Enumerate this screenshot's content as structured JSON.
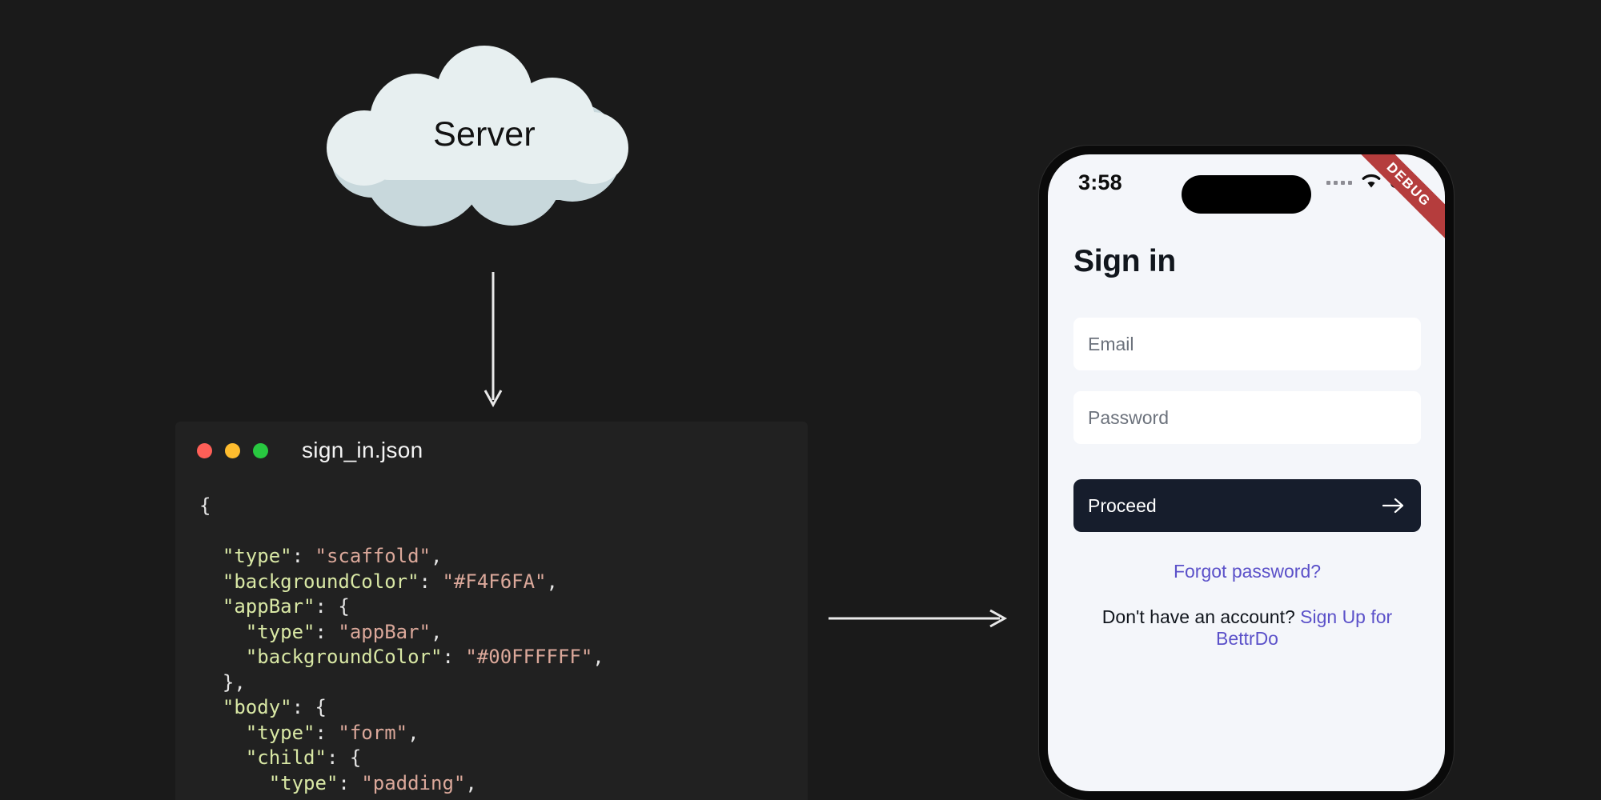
{
  "diagram": {
    "cloud_label": "Server",
    "down_arrow_icon": "arrow-down-icon",
    "right_arrow_icon": "arrow-right-icon",
    "background_color": "#1a1a1a"
  },
  "code_window": {
    "filename": "sign_in.json",
    "panel_color": "#212121",
    "traffic_lights": [
      {
        "name": "close",
        "color": "#ff5f57"
      },
      {
        "name": "minimize",
        "color": "#febc2e"
      },
      {
        "name": "maximize",
        "color": "#28c840"
      }
    ],
    "lines": [
      [
        {
          "t": "{",
          "c": "punct"
        }
      ],
      [],
      [
        {
          "t": "  ",
          "c": "punct"
        },
        {
          "t": "\"type\"",
          "c": "key"
        },
        {
          "t": ": ",
          "c": "punct"
        },
        {
          "t": "\"scaffold\"",
          "c": "str"
        },
        {
          "t": ",",
          "c": "punct"
        }
      ],
      [
        {
          "t": "  ",
          "c": "punct"
        },
        {
          "t": "\"backgroundColor\"",
          "c": "key"
        },
        {
          "t": ": ",
          "c": "punct"
        },
        {
          "t": "\"#F4F6FA\"",
          "c": "str"
        },
        {
          "t": ",",
          "c": "punct"
        }
      ],
      [
        {
          "t": "  ",
          "c": "punct"
        },
        {
          "t": "\"appBar\"",
          "c": "key"
        },
        {
          "t": ": {",
          "c": "punct"
        }
      ],
      [
        {
          "t": "    ",
          "c": "punct"
        },
        {
          "t": "\"type\"",
          "c": "key"
        },
        {
          "t": ": ",
          "c": "punct"
        },
        {
          "t": "\"appBar\"",
          "c": "str"
        },
        {
          "t": ",",
          "c": "punct"
        }
      ],
      [
        {
          "t": "    ",
          "c": "punct"
        },
        {
          "t": "\"backgroundColor\"",
          "c": "key"
        },
        {
          "t": ": ",
          "c": "punct"
        },
        {
          "t": "\"#00FFFFFF\"",
          "c": "str"
        },
        {
          "t": ",",
          "c": "punct"
        }
      ],
      [
        {
          "t": "  },",
          "c": "punct"
        }
      ],
      [
        {
          "t": "  ",
          "c": "punct"
        },
        {
          "t": "\"body\"",
          "c": "key"
        },
        {
          "t": ": {",
          "c": "punct"
        }
      ],
      [
        {
          "t": "    ",
          "c": "punct"
        },
        {
          "t": "\"type\"",
          "c": "key"
        },
        {
          "t": ": ",
          "c": "punct"
        },
        {
          "t": "\"form\"",
          "c": "str"
        },
        {
          "t": ",",
          "c": "punct"
        }
      ],
      [
        {
          "t": "    ",
          "c": "punct"
        },
        {
          "t": "\"child\"",
          "c": "key"
        },
        {
          "t": ": {",
          "c": "punct"
        }
      ],
      [
        {
          "t": "      ",
          "c": "punct"
        },
        {
          "t": "\"type\"",
          "c": "key"
        },
        {
          "t": ": ",
          "c": "punct"
        },
        {
          "t": "\"padding\"",
          "c": "str"
        },
        {
          "t": ",",
          "c": "punct"
        }
      ]
    ]
  },
  "phone": {
    "status_bar": {
      "time": "3:58",
      "signal_icon": "signal-dots-icon",
      "wifi_icon": "wifi-icon",
      "battery_icon": "battery-full-icon",
      "dynamic_island": "dynamic-island"
    },
    "debug_banner": "DEBUG",
    "screen_background": "#f4f6fa",
    "title": "Sign in",
    "email": {
      "placeholder": "Email",
      "value": ""
    },
    "password": {
      "placeholder": "Password",
      "value": ""
    },
    "proceed": {
      "label": "Proceed",
      "icon": "arrow-right-icon",
      "color": "#161d2c"
    },
    "forgot_password": "Forgot password?",
    "signup_prompt": "Don't have an account? ",
    "signup_link": "Sign Up for BettrDo",
    "link_color": "#5b51c9"
  }
}
